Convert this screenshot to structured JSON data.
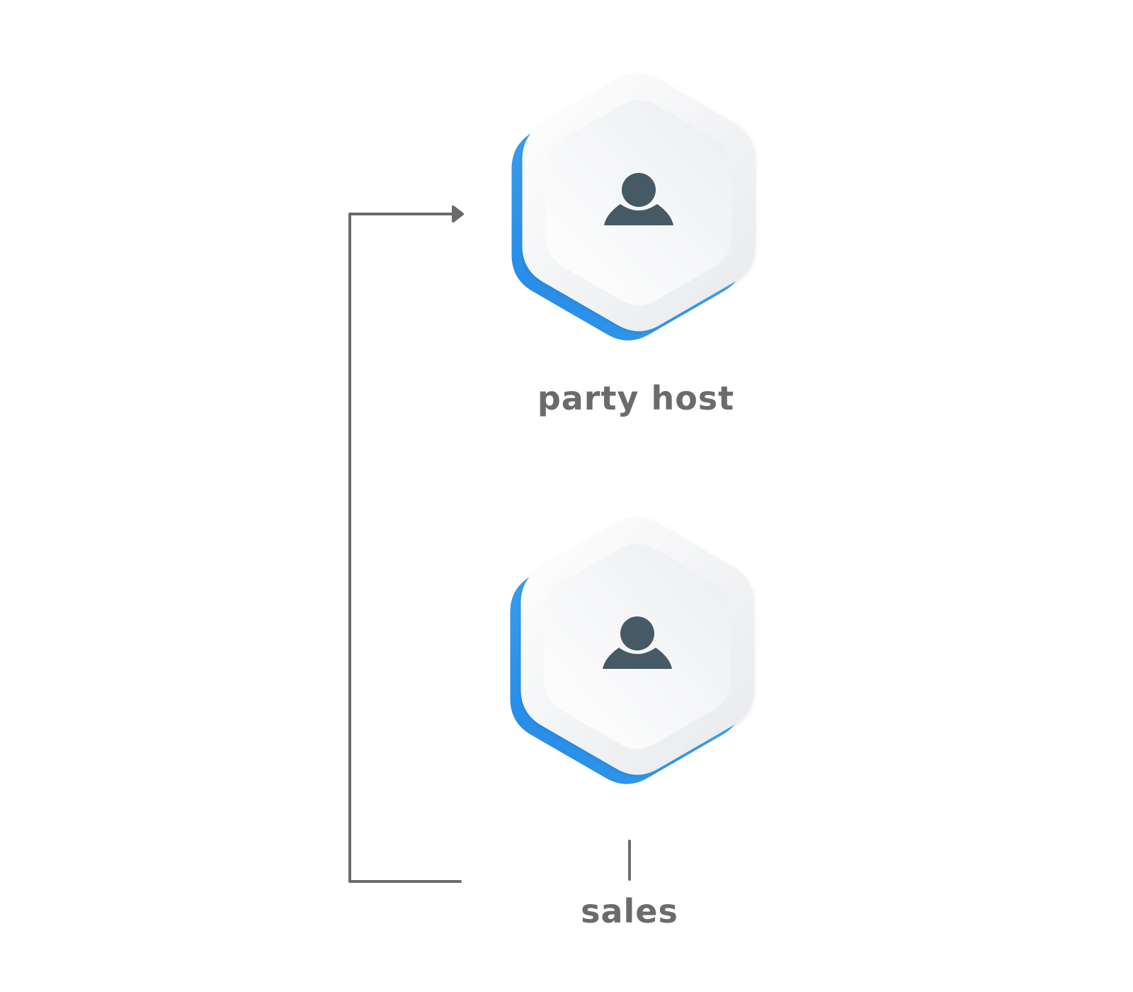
{
  "diagram": {
    "nodes": [
      {
        "id": "party-host",
        "label": "party host",
        "icon": "user-icon"
      },
      {
        "id": "sales",
        "label": "sales",
        "icon": "user-icon"
      }
    ],
    "edges": [
      {
        "from": "sales",
        "to": "party-host",
        "style": "elbow-arrow"
      }
    ]
  },
  "colors": {
    "connector": "#6b6b6b",
    "label": "#6b6b6b",
    "icon": "#455a64",
    "accent_light": "#5cbef4",
    "accent_dark": "#1f85e6",
    "hex_face_light": "#ffffff",
    "hex_face_dark": "#e9ebee"
  }
}
